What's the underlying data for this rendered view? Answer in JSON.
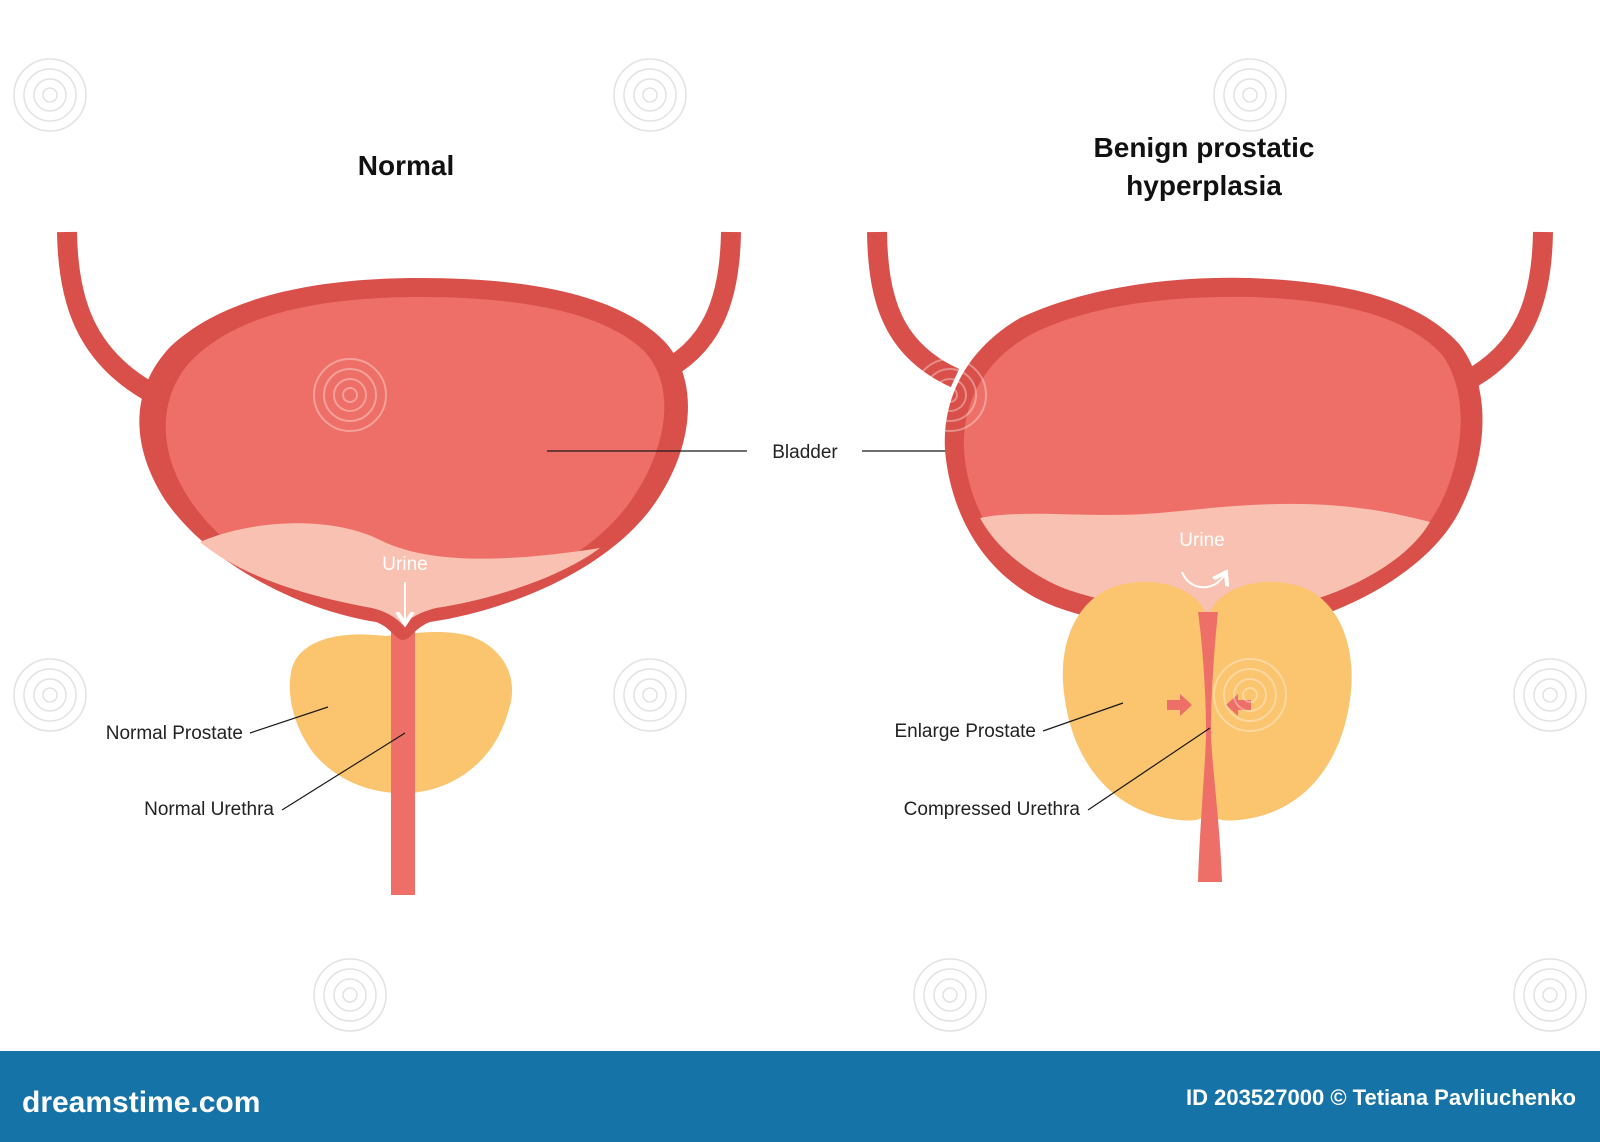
{
  "panels": {
    "normal": {
      "title": "Normal",
      "urine_label": "Urine",
      "prostate_label": "Normal Prostate",
      "urethra_label": "Normal Urethra"
    },
    "bph": {
      "title_line1": "Benign prostatic",
      "title_line2": "hyperplasia",
      "urine_label": "Urine",
      "prostate_label": "Enlarge Prostate",
      "urethra_label": "Compressed Urethra"
    }
  },
  "shared_label": "Bladder",
  "footer": {
    "brand": "dreamstime.com",
    "credit": "ID 203527000 © Tetiana Pavliuchenko"
  },
  "colors": {
    "bladder_wall": "#d9504a",
    "bladder_fill": "#ee6f67",
    "urine": "#f9c1b1",
    "prostate": "#fbc46f",
    "urethra": "#ee6f67",
    "footer_bg": "#1673a8",
    "watermark": "#dddddd"
  }
}
